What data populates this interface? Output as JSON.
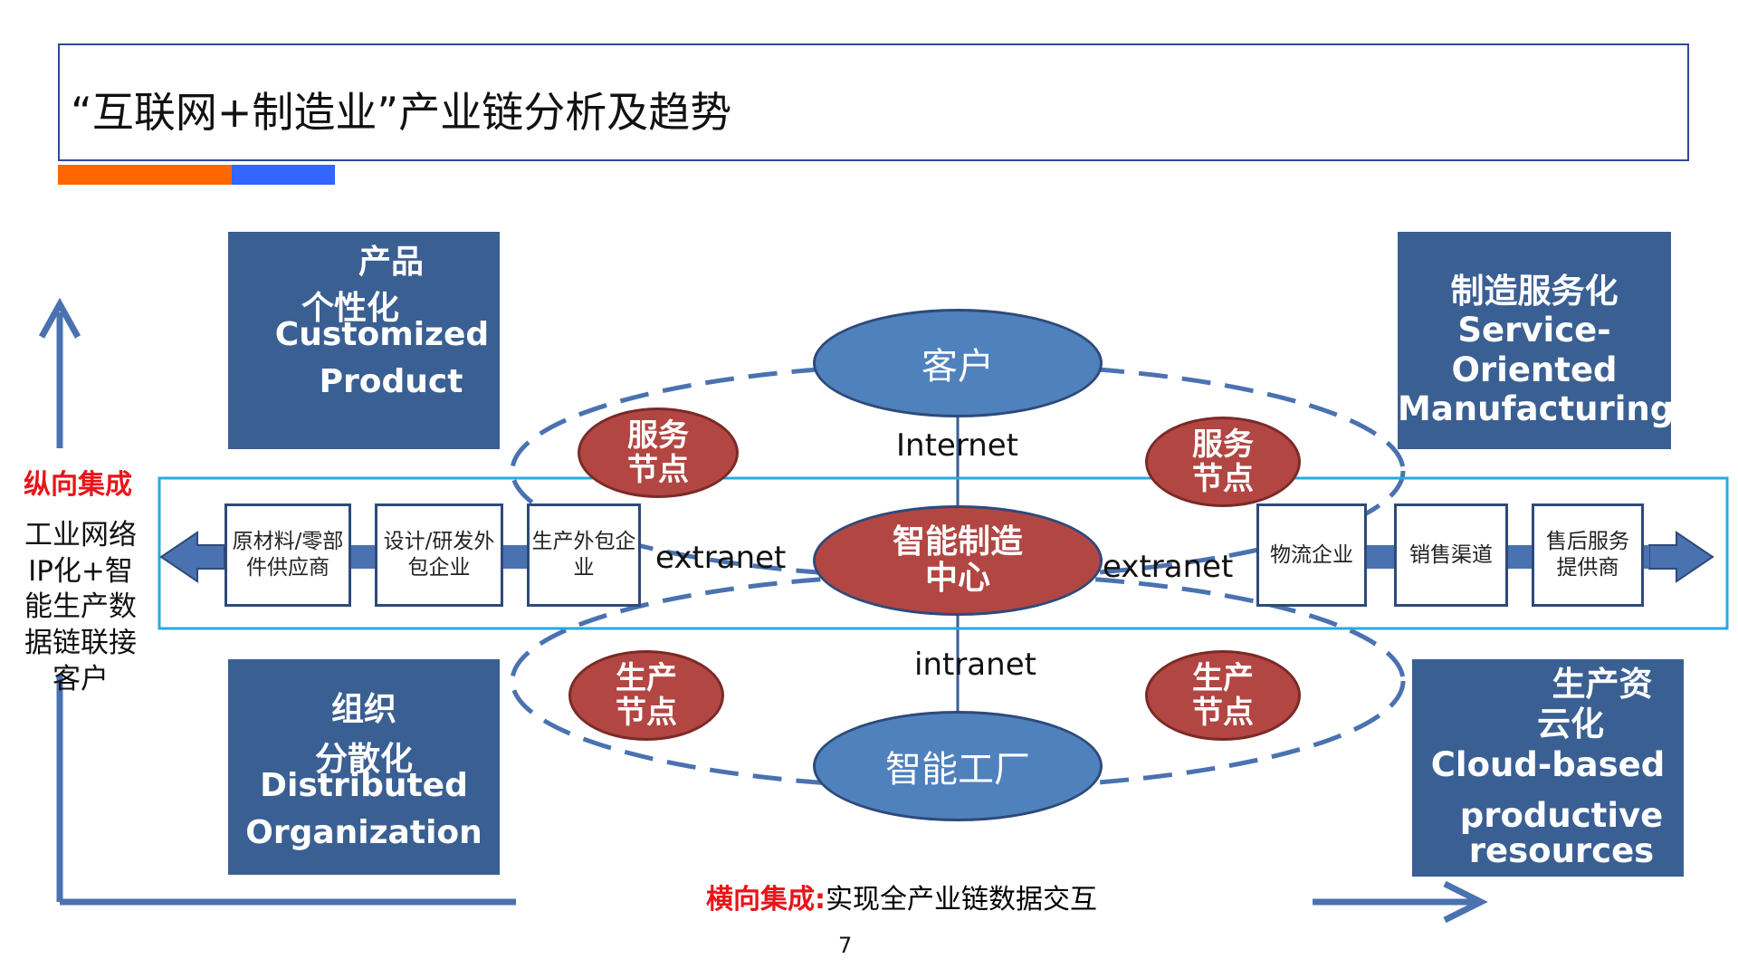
{
  "title": "“互联网+制造业”产业链分析及趋势",
  "corners": {
    "top_left": [
      "产品",
      "个性化",
      "Customized",
      "Product"
    ],
    "top_right": [
      "制造服务化",
      "Service-",
      "Oriented",
      "Manufacturing"
    ],
    "bottom_left": [
      "组织",
      "分散化",
      "Distributed",
      "Organization"
    ],
    "bottom_right": [
      "生产资",
      "云化",
      "Cloud-based",
      "productive",
      "resources"
    ]
  },
  "center": {
    "customer": "客户",
    "hub": "智能制造中心",
    "factory": "智能工厂"
  },
  "nodes": {
    "service_left": "服务节点",
    "service_right": "服务节点",
    "production_left": "生产节点",
    "production_right": "生产节点"
  },
  "network_labels": {
    "internet": "Internet",
    "extranet_left": "extranet",
    "extranet_right": "extranet",
    "intranet": "intranet"
  },
  "chain_left": [
    "原材料/零部件供应商",
    "设计/研发外包企业",
    "生产外包企业"
  ],
  "chain_right": [
    "物流企业",
    "销售渠道",
    "售后服务提供商"
  ],
  "vertical": {
    "label": "纵向集成",
    "text": "工业网络IP化+智能生产数据链联接客户"
  },
  "horizontal": {
    "label": "横向集成:",
    "text": "实现全产业链数据交互"
  },
  "page_number": "7",
  "colors": {
    "box_blue": "#3a5f93",
    "ellipse_blue": "#4f81bd",
    "node_red": "#b24642",
    "arrow_blue": "#4a72b0",
    "accent_orange": "#ff6600",
    "accent_blue": "#3366ff",
    "highlight_red": "#e8141a"
  }
}
